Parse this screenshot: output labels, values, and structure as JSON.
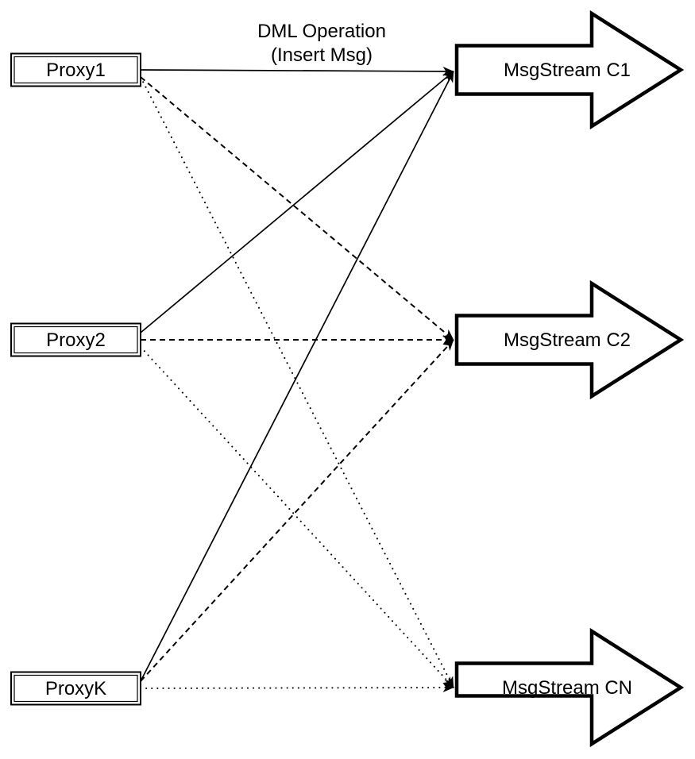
{
  "diagram": {
    "title": {
      "line1": "DML Operation",
      "line2": "(Insert Msg)"
    },
    "proxies": [
      {
        "id": "proxy1",
        "label": "Proxy1"
      },
      {
        "id": "proxy2",
        "label": "Proxy2"
      },
      {
        "id": "proxyk",
        "label": "ProxyK"
      }
    ],
    "streams": [
      {
        "id": "c1",
        "label": "MsgStream C1"
      },
      {
        "id": "c2",
        "label": "MsgStream C2"
      },
      {
        "id": "cn",
        "label": "MsgStream CN"
      }
    ],
    "edges": [
      {
        "from": "proxy1",
        "to": "c1",
        "style": "solid"
      },
      {
        "from": "proxy1",
        "to": "c2",
        "style": "dashed"
      },
      {
        "from": "proxy1",
        "to": "cn",
        "style": "dotted"
      },
      {
        "from": "proxy2",
        "to": "c1",
        "style": "solid"
      },
      {
        "from": "proxy2",
        "to": "c2",
        "style": "dashed"
      },
      {
        "from": "proxy2",
        "to": "cn",
        "style": "dotted"
      },
      {
        "from": "proxyk",
        "to": "c1",
        "style": "solid"
      },
      {
        "from": "proxyk",
        "to": "c2",
        "style": "dashed"
      },
      {
        "from": "proxyk",
        "to": "cn",
        "style": "dotted"
      }
    ],
    "colors": {
      "stroke": "#000000",
      "fill": "#ffffff",
      "background": "#ffffff"
    }
  }
}
